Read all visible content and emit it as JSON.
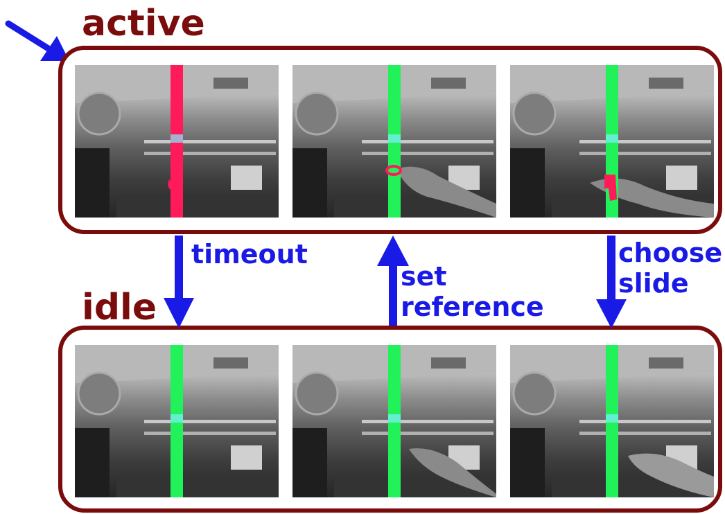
{
  "states": {
    "active": {
      "label": "active"
    },
    "idle": {
      "label": "idle"
    }
  },
  "transitions": [
    {
      "label": "timeout"
    },
    {
      "label": "set\nreference"
    },
    {
      "label": "choose\nslide"
    }
  ],
  "active_frames": [
    {
      "bar_color": "#ff1a5a",
      "hand": "marker-only"
    },
    {
      "bar_color": "#22f25a",
      "hand": "hand-entering"
    },
    {
      "bar_color": "#22f25a",
      "hand": "hand-over-bar"
    }
  ],
  "idle_frames": [
    {
      "bar_color": "#22f25a",
      "hand": "none"
    },
    {
      "bar_color": "#22f25a",
      "hand": "hand-left"
    },
    {
      "bar_color": "#22f25a",
      "hand": "hand-right"
    }
  ],
  "colors": {
    "state_border": "#7a0c0c",
    "arrow": "#1a1ae6",
    "detection": "#ff1a5a",
    "bar_idle": "#22f25a"
  }
}
